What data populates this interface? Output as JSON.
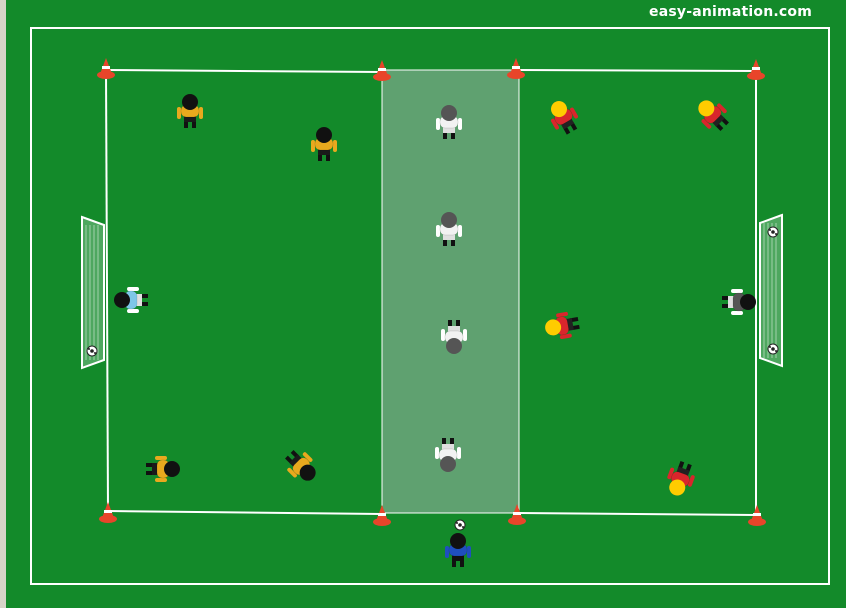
{
  "watermark": "easy-animation.com",
  "colors": {
    "pitch": "#138a2a",
    "lines": "#ffffff",
    "zone": "#7aa888",
    "cone": "#e8452a",
    "yellow_team": "#e8a91e",
    "red_team": "#d9262c",
    "red_team_hair": "#ffcc00",
    "white_team": "#f2f2f2",
    "goalkeeper_left": "#7ec6e8",
    "goalkeeper_right": "#555555",
    "coach": "#1f4fbf"
  },
  "players": [
    {
      "team": "yellow",
      "role": "player"
    },
    {
      "team": "yellow",
      "role": "player"
    },
    {
      "team": "yellow",
      "role": "player"
    },
    {
      "team": "yellow",
      "role": "player"
    },
    {
      "team": "white",
      "role": "player"
    },
    {
      "team": "white",
      "role": "player"
    },
    {
      "team": "white",
      "role": "player"
    },
    {
      "team": "white",
      "role": "player"
    },
    {
      "team": "red",
      "role": "player"
    },
    {
      "team": "red",
      "role": "player"
    },
    {
      "team": "red",
      "role": "player"
    },
    {
      "team": "red",
      "role": "player"
    },
    {
      "team": "light-blue",
      "role": "goalkeeper"
    },
    {
      "team": "grey",
      "role": "goalkeeper"
    },
    {
      "team": "blue",
      "role": "coach"
    }
  ],
  "icons": [
    "cone-icon",
    "goal-icon",
    "ball-icon",
    "player-icon"
  ]
}
